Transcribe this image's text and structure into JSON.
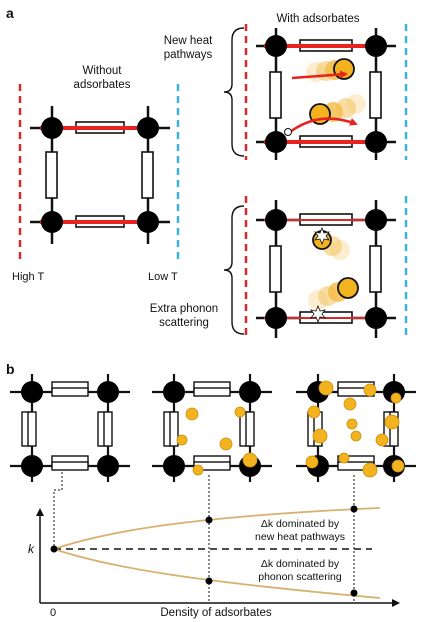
{
  "panel_a": {
    "label": "a",
    "left_title_line1": "Without",
    "left_title_line2": "adsorbates",
    "right_title": "With adsorbates",
    "brace1_line1": "New heat",
    "brace1_line2": "pathways",
    "brace2_line1": "Extra phonon",
    "brace2_line2": "scattering",
    "high_t": "High T",
    "low_t": "Low T"
  },
  "panel_b": {
    "label": "b",
    "k_label": "k",
    "zero_label": "0",
    "x_axis_label": "Density of adsorbates",
    "upper_note_line1": "Δk dominated by",
    "upper_note_line2": "new heat pathways",
    "lower_note_line1": "Δk dominated by",
    "lower_note_line2": "phonon scattering"
  },
  "colors": {
    "hot_line": "#d62a2a",
    "cold_line": "#3cb4e0",
    "arrow": "#e8231f",
    "adsorbate": "#f2b31f",
    "curve": "#d9b070"
  }
}
